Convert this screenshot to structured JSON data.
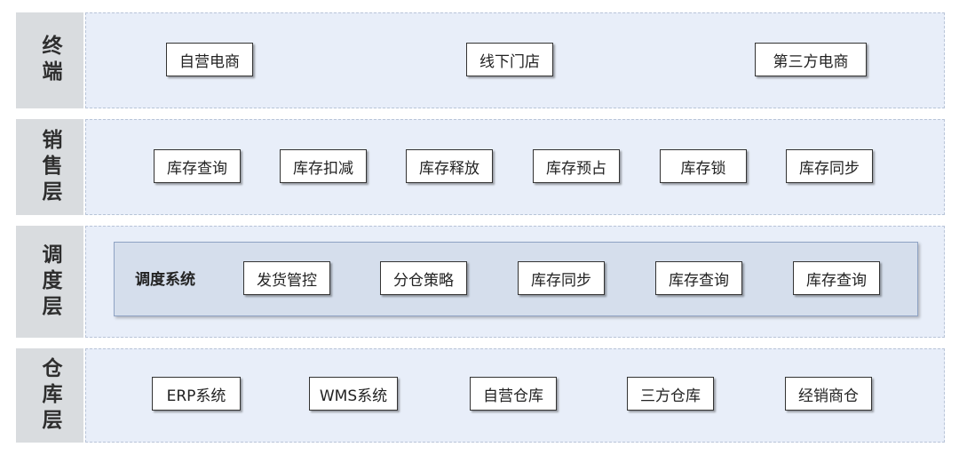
{
  "layers": [
    {
      "label": "终端",
      "items": [
        "自营电商",
        "线下门店",
        "第三方电商"
      ]
    },
    {
      "label": "销售层",
      "items": [
        "库存查询",
        "库存扣减",
        "库存释放",
        "库存预占",
        "库存锁",
        "库存同步"
      ]
    },
    {
      "label": "调度层",
      "group_title": "调度系统",
      "items": [
        "发货管控",
        "分仓策略",
        "库存同步",
        "库存查询",
        "库存查询"
      ]
    },
    {
      "label": "仓库层",
      "items": [
        "ERP系统",
        "WMS系统",
        "自营仓库",
        "三方仓库",
        "经销商仓"
      ]
    }
  ]
}
